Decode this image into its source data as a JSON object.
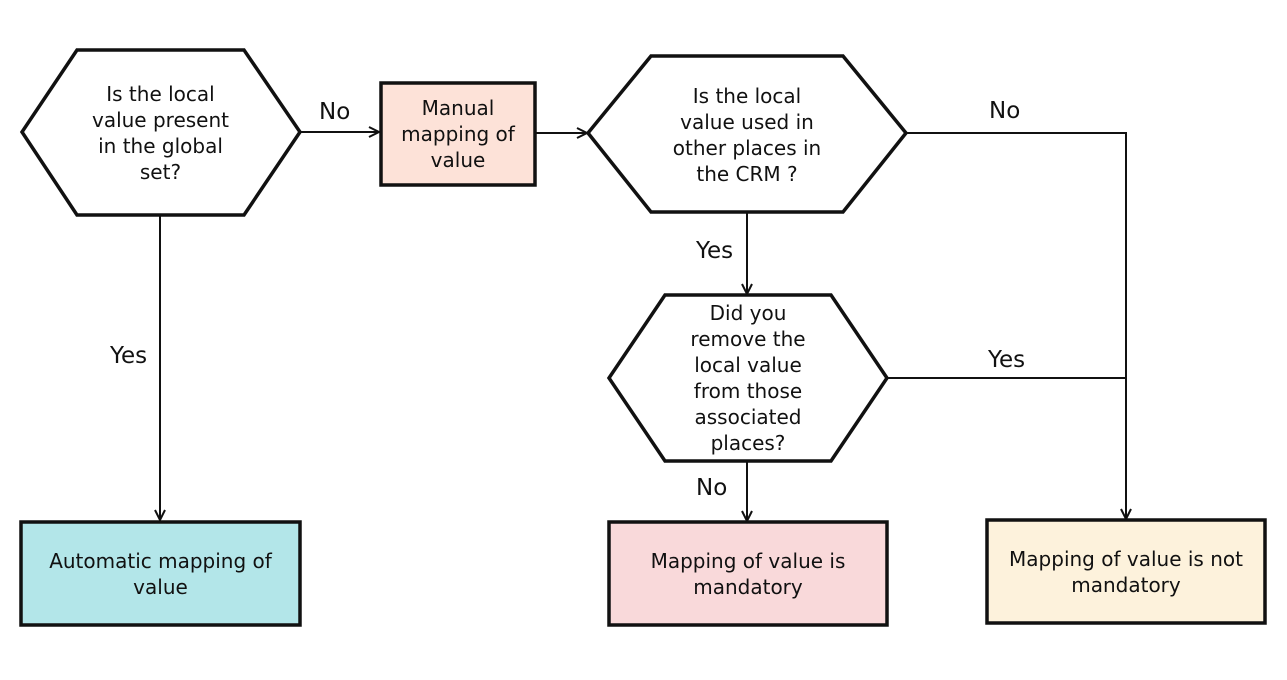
{
  "colors": {
    "stroke": "#111111",
    "automatic_fill": "#b3e6e9",
    "manual_fill": "#fde2d8",
    "mandatory_fill": "#f9d9da",
    "not_mandatory_fill": "#fdf2dc",
    "decision_fill": "#ffffff"
  },
  "nodes": {
    "q_global": "Is the local\nvalue present\nin the global\nset?",
    "manual": "Manual\nmapping of\nvalue",
    "q_used": "Is the local\nvalue used in\nother places in\nthe CRM ?",
    "q_removed": "Did you\nremove the\nlocal value\nfrom those\nassociated\nplaces?",
    "automatic": "Automatic mapping of\nvalue",
    "mandatory": "Mapping of value is\nmandatory",
    "not_mandatory": "Mapping of value is not\nmandatory"
  },
  "edges": {
    "global_no": "No",
    "global_yes": "Yes",
    "used_no": "No",
    "used_yes": "Yes",
    "removed_yes": "Yes",
    "removed_no": "No"
  }
}
